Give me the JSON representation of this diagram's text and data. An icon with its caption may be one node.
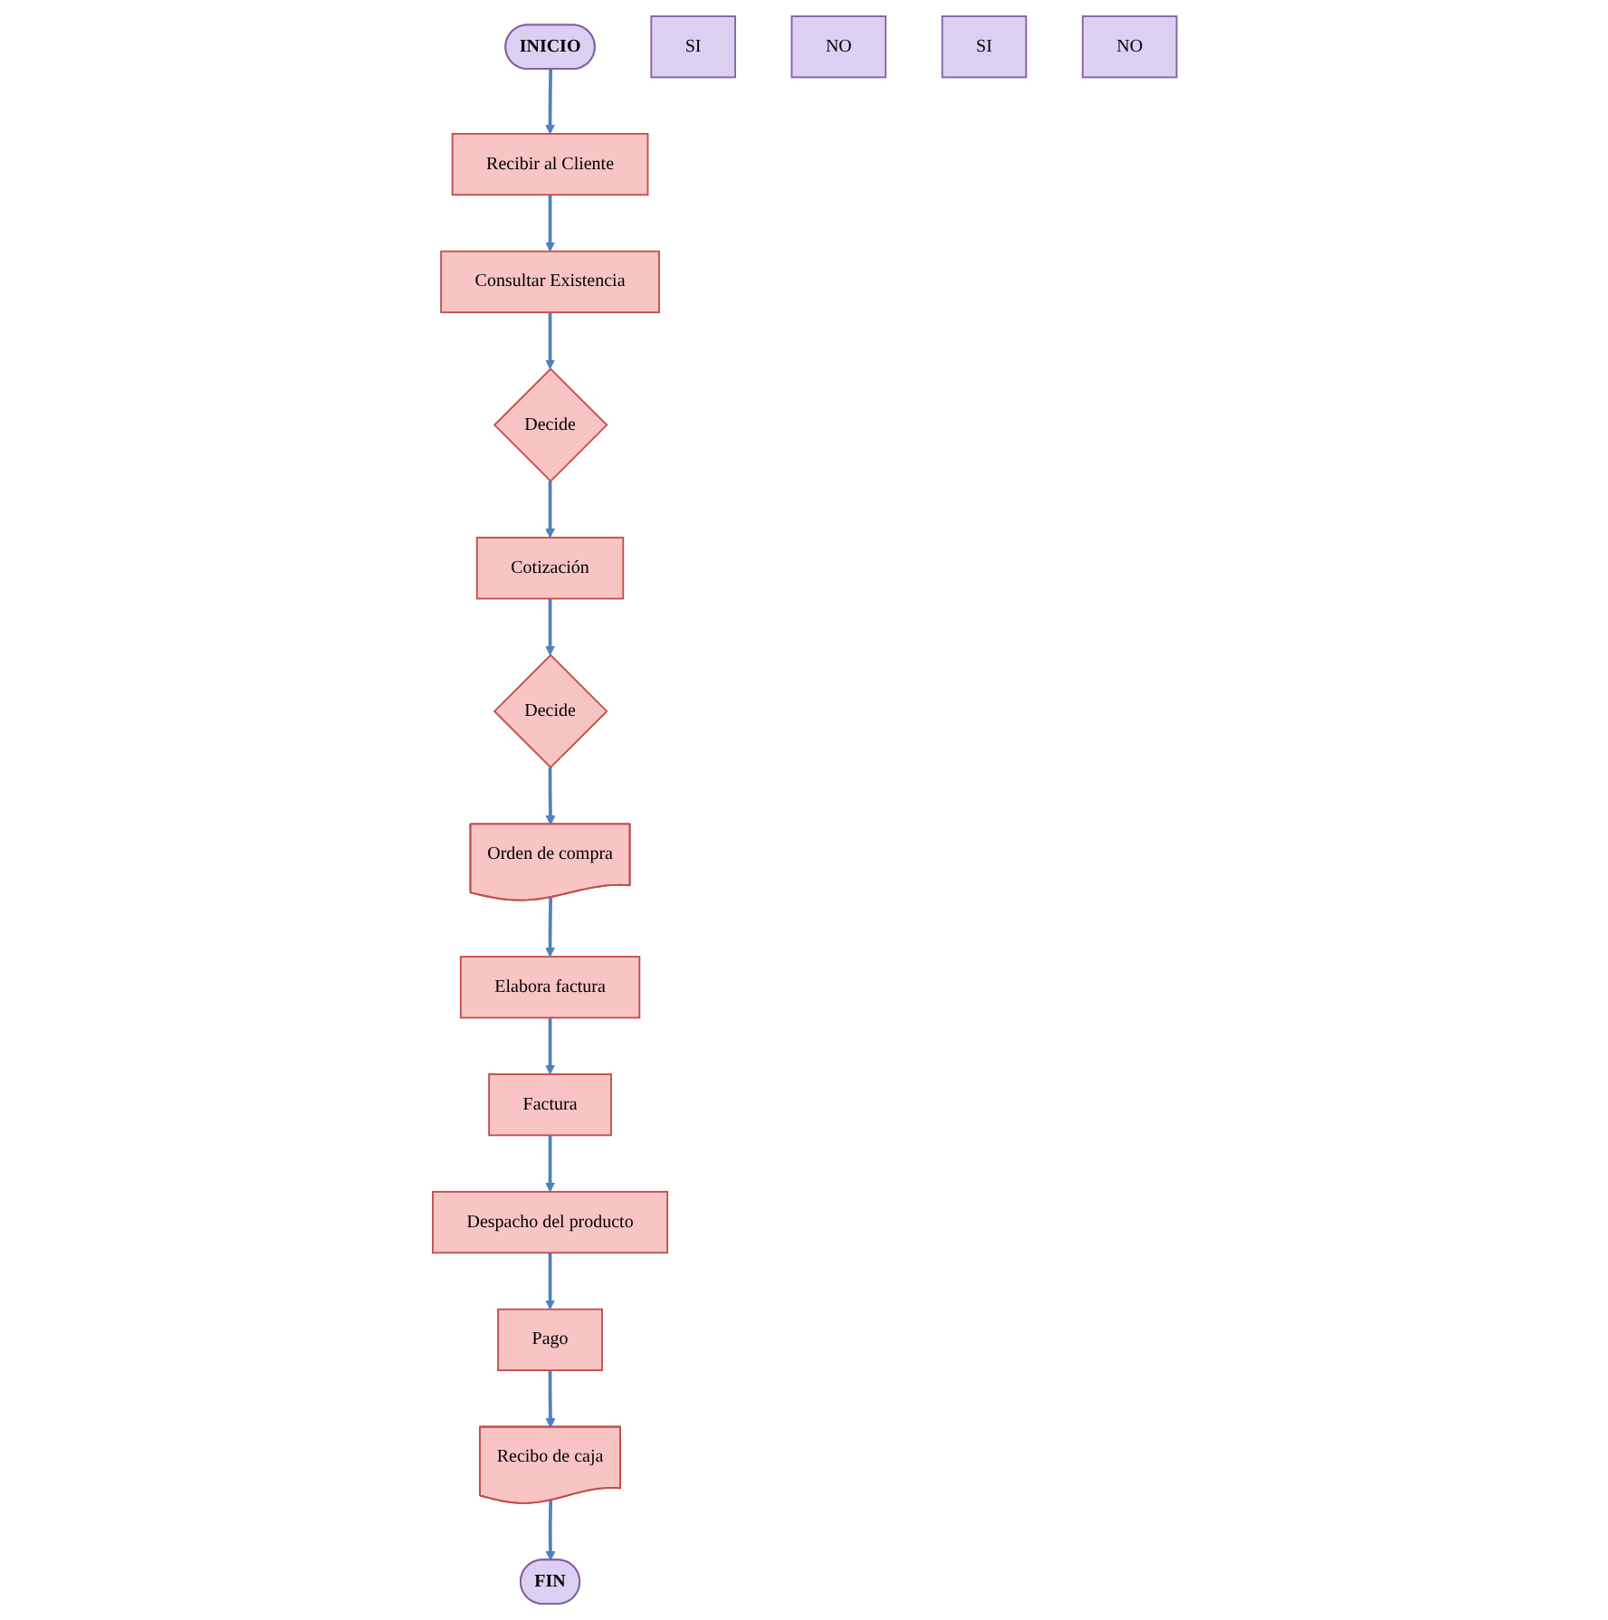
{
  "diagram": {
    "nodes": [
      {
        "text": [
          "INICIO"
        ]
      },
      {
        "text": [
          "Recibir al Cliente"
        ]
      },
      {
        "text": [
          "Consultar Existencia"
        ]
      },
      {
        "text": [
          "Decide"
        ]
      },
      {
        "text": [
          "SI"
        ]
      },
      {
        "text": [
          "NO"
        ]
      },
      {
        "text": [
          "Cotización"
        ]
      },
      {
        "text": [
          "Decide"
        ]
      },
      {
        "text": [
          "SI"
        ]
      },
      {
        "text": [
          "NO"
        ]
      },
      {
        "text": [
          "Orden de compra"
        ]
      },
      {
        "text": [
          "Elabora factura"
        ]
      },
      {
        "text": [
          "Factura"
        ]
      },
      {
        "text": [
          "Despacho del producto"
        ]
      },
      {
        "text": [
          "Pago"
        ]
      },
      {
        "text": [
          "Recibo de caja"
        ]
      },
      {
        "text": [
          "FIN"
        ]
      }
    ],
    "edges": [
      {
        "from": 0,
        "to": 1,
        "arrow": "to"
      },
      {
        "from": 1,
        "to": 2,
        "arrow": "to"
      },
      {
        "from": 2,
        "to": 3,
        "arrow": "to"
      },
      {
        "from": 3,
        "to": 6,
        "arrow": "to"
      },
      {
        "from": 6,
        "to": 7,
        "arrow": "to"
      },
      {
        "from": 7,
        "to": 10,
        "arrow": "to"
      },
      {
        "from": 10,
        "to": 11,
        "arrow": "to"
      },
      {
        "from": 11,
        "to": 12,
        "arrow": "to"
      },
      {
        "from": 12,
        "to": 13,
        "arrow": "to"
      },
      {
        "from": 13,
        "to": 14,
        "arrow": "to"
      },
      {
        "from": 14,
        "to": 15,
        "arrow": "to"
      },
      {
        "from": 15,
        "to": 16,
        "arrow": "to"
      }
    ]
  }
}
